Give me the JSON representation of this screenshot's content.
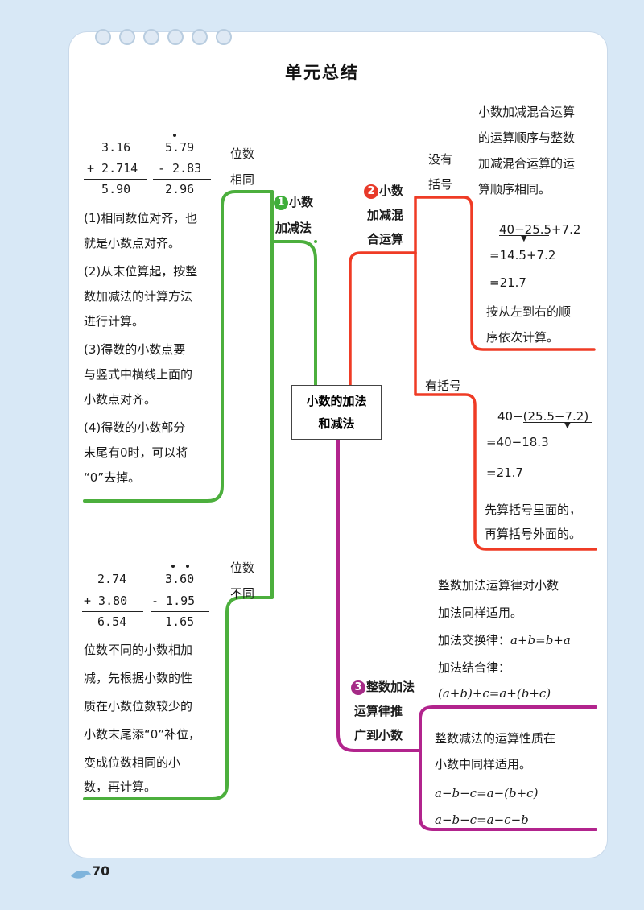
{
  "title": "单元总结",
  "center": {
    "line1": "小数的加法",
    "line2": "和减法"
  },
  "branch1": {
    "num": "1",
    "label_line1": "小数",
    "label_line2": "加减法",
    "same": {
      "label_line1": "位数",
      "label_line2": "相同",
      "calc_a": {
        "row1": "  3.16",
        "row2": "+ 2.714",
        "row3": "  5.90"
      },
      "calc_b": {
        "row1": " 5.79",
        "row2": "- 2.83",
        "row3": " 2.96"
      },
      "notes": [
        "(1)相同数位对齐，也",
        "就是小数点对齐。",
        "(2)从末位算起，按整",
        "数加减法的计算方法",
        "进行计算。",
        "(3)得数的小数点要",
        "与竖式中横线上面的",
        "小数点对齐。",
        "(4)得数的小数部分",
        "末尾有0时，可以将",
        "“0”去掉。"
      ]
    },
    "diff": {
      "label_line1": "位数",
      "label_line2": "不同",
      "calc_a": {
        "row1": " 2.74",
        "row2": "+ 3.80",
        "row3": " 6.54"
      },
      "calc_b": {
        "row1": " 3.60",
        "row2": "- 1.95",
        "row3": " 1.65"
      },
      "notes": [
        "位数不同的小数相加",
        "减，先根据小数的性",
        "质在小数位数较少的",
        "小数末尾添“0”补位，",
        "变成位数相同的小",
        "数，再计算。"
      ]
    }
  },
  "branch2": {
    "num": "2",
    "label_line1": "小数",
    "label_line2": "加减混",
    "label_line3": "合运算",
    "no_paren": {
      "label_line1": "没有",
      "label_line2": "括号",
      "desc": [
        "小数加减混合运算",
        "的运算顺序与整数",
        "加减混合运算的运",
        "算顺序相同。"
      ],
      "steps": [
        "40−25.5+7.2",
        "=14.5+7.2",
        "=21.7"
      ],
      "tail": [
        "按从左到右的顺",
        "序依次计算。"
      ]
    },
    "paren": {
      "label": "有括号",
      "steps": [
        "40−(25.5−7.2)",
        "=40−18.3",
        "=21.7"
      ],
      "tail": [
        "先算括号里面的，",
        "再算括号外面的。"
      ]
    }
  },
  "branch3": {
    "num": "3",
    "label_line1": "整数加法",
    "label_line2": "运算律推",
    "label_line3": "广到小数",
    "add": [
      "整数加法运算律对小数",
      "加法同样适用。"
    ],
    "comm_label": "加法交换律：",
    "comm_formula": "a+b=b+a",
    "assoc_label": "加法结合律：",
    "assoc_formula": "(a+b)+c=a+(b+c)",
    "sub": [
      "整数减法的运算性质在",
      "小数中同样适用。"
    ],
    "sub_f1": "a−b−c=a−(b+c)",
    "sub_f2": "a−b−c=a−c−b"
  },
  "page_number": "70",
  "colors": {
    "green": "#4caf3d",
    "red": "#ef3b25",
    "purple": "#b2248d",
    "badge_green": "#3fae3a",
    "badge_red": "#e83a2a",
    "badge_purple": "#a52a86"
  },
  "icons": [
    "binder-ring",
    "dolphin-icon"
  ]
}
